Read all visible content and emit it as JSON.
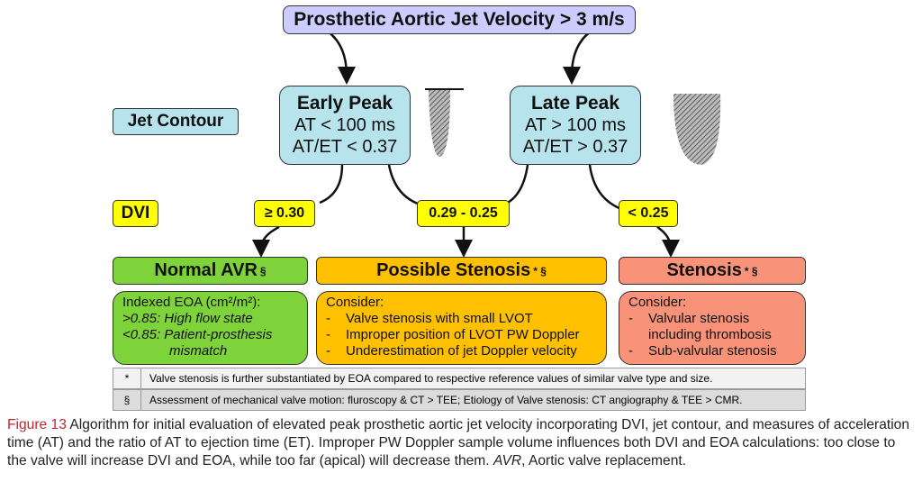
{
  "title": "Prosthetic Aortic Jet Velocity > 3 m/s",
  "early": {
    "title": "Early Peak",
    "l1": "AT < 100 ms",
    "l2": "AT/ET < 0.37"
  },
  "late": {
    "title": "Late Peak",
    "l1": "AT > 100 ms",
    "l2": "AT/ET > 0.37"
  },
  "jet_contour": "Jet Contour",
  "dvi": "DVI",
  "thresholds": [
    "≥ 0.30",
    "0.29 - 0.25",
    "< 0.25"
  ],
  "outcomes": [
    {
      "title": "Normal AVR",
      "marks": "§",
      "color": "#7ed23a"
    },
    {
      "title": "Possible Stenosis",
      "marks": "* §",
      "color": "#ffc000"
    },
    {
      "title": "Stenosis",
      "marks": "* §",
      "color": "#f8937a"
    }
  ],
  "normal": {
    "l1": "Indexed EOA (cm²/m²):",
    "l2": ">0.85: High flow state",
    "l3": "<0.85: Patient-prosthesis",
    "l4": "mismatch"
  },
  "possible": {
    "head": "Consider:",
    "items": [
      "Valve stenosis with small LVOT",
      "Improper position of LVOT PW Doppler",
      "Underestimation of jet Doppler velocity"
    ]
  },
  "stenosis": {
    "head": "Consider:",
    "items": [
      "Valvular stenosis including thrombosis",
      "Sub-valvular stenosis"
    ]
  },
  "footnotes": [
    {
      "sym": "*",
      "text": "Valve stenosis is further substantiated  by EOA compared to respective reference values of similar valve type and size."
    },
    {
      "sym": "§",
      "text": "Assessment of mechanical valve motion: fluroscopy & CT > TEE; Etiology of Valve stenosis:  CT angiography & TEE > CMR."
    }
  ],
  "caption": {
    "fig": "Figure 13",
    "text": " Algorithm for initial evaluation of elevated peak prosthetic aortic jet velocity incorporating DVI, jet contour, and measures of acceleration time (AT) and the ratio of AT to ejection time (ET). Improper PW Doppler sample volume influences both DVI and EOA calculations: too close to the valve will increase DVI and EOA, while too far (apical) will decrease them. ",
    "avr": "AVR",
    "tail": ", Aortic valve replacement."
  }
}
